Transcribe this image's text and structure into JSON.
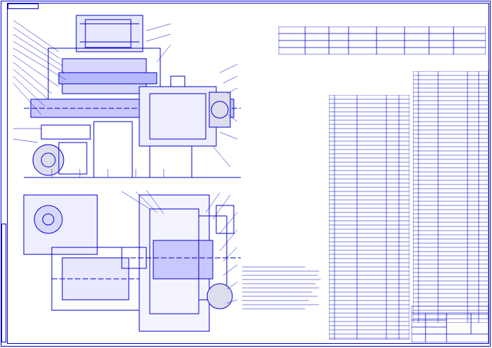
{
  "document": {
    "type": "engineering-assembly-drawing",
    "colors": {
      "line": "#0000cc",
      "background": "#ffffff",
      "hatch": "#3333ff"
    },
    "icons": [
      "gearbox-section-view",
      "gearbox-side-view"
    ]
  },
  "parameters_table": {
    "header": [
      "",
      "",
      "",
      "",
      "",
      "",
      "",
      ""
    ],
    "rows": [
      [
        "",
        "",
        "",
        "",
        "",
        "",
        "",
        ""
      ],
      [
        "",
        "",
        "",
        "",
        "",
        "",
        "",
        ""
      ],
      [
        "",
        "",
        "",
        "",
        "",
        "",
        "",
        ""
      ]
    ]
  },
  "notes": {
    "title": "",
    "lines": [
      "",
      "",
      "",
      "",
      "",
      "",
      "",
      "",
      "",
      ""
    ]
  },
  "title_block": {
    "name": "",
    "subtitle": ""
  }
}
